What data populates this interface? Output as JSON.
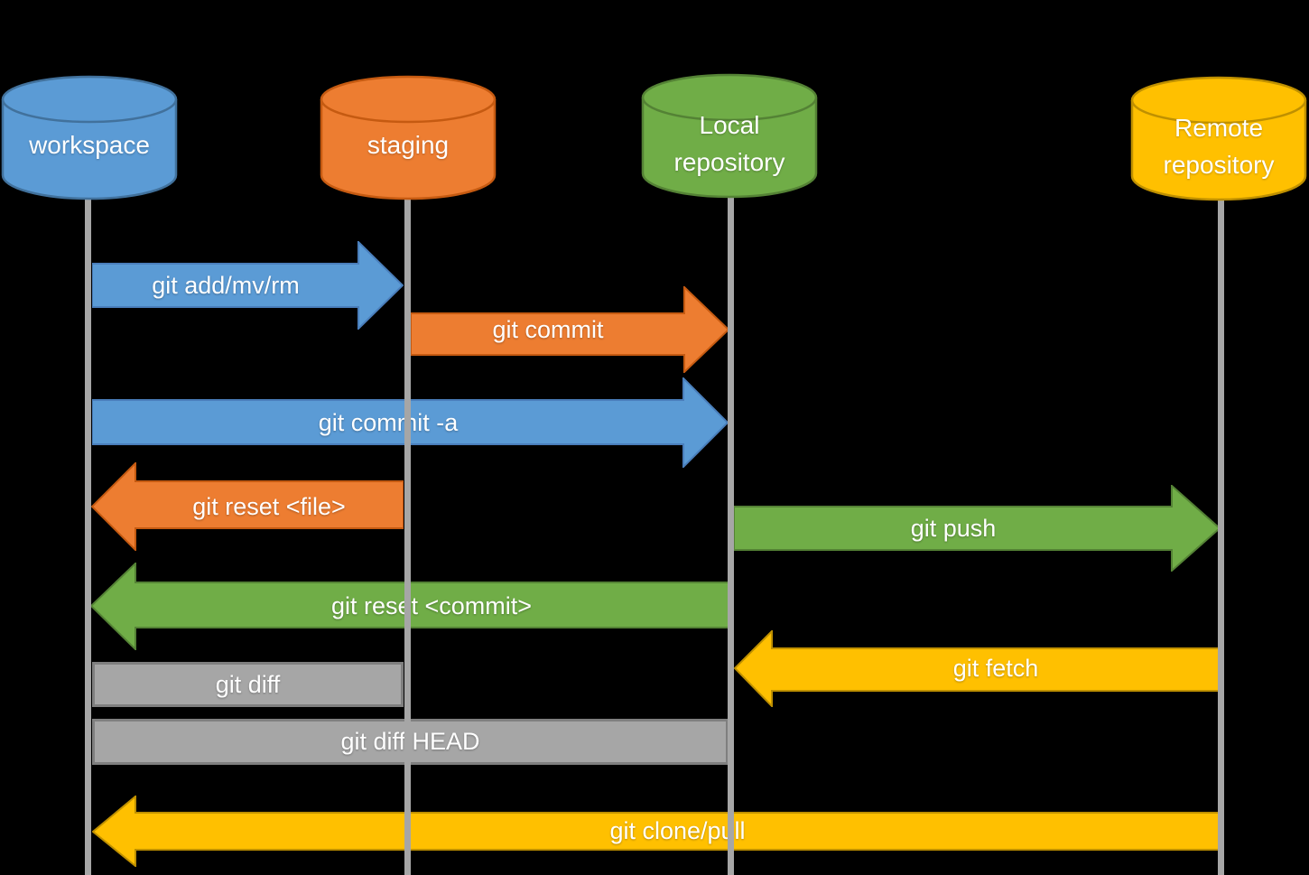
{
  "diagram": {
    "description": "git data transport commands between repositories",
    "background_color": "#000000",
    "lifeline_color": "#a6a6a6"
  },
  "nodes": [
    {
      "id": "workspace",
      "label": "workspace",
      "fill": "#5b9bd5",
      "stroke": "#41719c"
    },
    {
      "id": "staging",
      "label": "staging",
      "fill": "#ed7d31",
      "stroke": "#c55a11"
    },
    {
      "id": "local-repository",
      "label": "Local repository",
      "line1": "Local",
      "line2": "repository",
      "fill": "#70ad47",
      "stroke": "#548235"
    },
    {
      "id": "remote-repository",
      "label": "Remote repository",
      "line1": "Remote",
      "line2": "repository",
      "fill": "#ffc000",
      "stroke": "#bf9000"
    }
  ],
  "commands": [
    {
      "label": "git add/mv/rm",
      "from": "workspace",
      "to": "staging",
      "shape": "arrow-right",
      "fill": "#5b9bd5",
      "stroke": "#4a7ebb"
    },
    {
      "label": "git commit",
      "from": "staging",
      "to": "local-repository",
      "shape": "arrow-right",
      "fill": "#ed7d31",
      "stroke": "#c55a11"
    },
    {
      "label": "git commit -a",
      "from": "workspace",
      "to": "local-repository",
      "shape": "arrow-right",
      "fill": "#5b9bd5",
      "stroke": "#4a7ebb"
    },
    {
      "label": "git reset <file>",
      "from": "staging",
      "to": "workspace",
      "shape": "arrow-left",
      "fill": "#ed7d31",
      "stroke": "#c55a11"
    },
    {
      "label": "git push",
      "from": "local-repository",
      "to": "remote-repository",
      "shape": "arrow-right",
      "fill": "#70ad47",
      "stroke": "#548235"
    },
    {
      "label": "git reset <commit>",
      "from": "local-repository",
      "to": "workspace",
      "shape": "arrow-left",
      "fill": "#70ad47",
      "stroke": "#548235"
    },
    {
      "label": "git fetch",
      "from": "remote-repository",
      "to": "local-repository",
      "shape": "arrow-left",
      "fill": "#ffc000",
      "stroke": "#bf9000"
    },
    {
      "label": "git diff",
      "from": "workspace",
      "to": "staging",
      "shape": "bar",
      "fill": "#a6a6a6",
      "stroke": "#7f7f7f"
    },
    {
      "label": "git diff HEAD",
      "from": "workspace",
      "to": "local-repository",
      "shape": "bar",
      "fill": "#a6a6a6",
      "stroke": "#7f7f7f"
    },
    {
      "label": "git clone/pull",
      "from": "remote-repository",
      "to": "workspace",
      "shape": "arrow-left",
      "fill": "#ffc000",
      "stroke": "#bf9000"
    }
  ]
}
